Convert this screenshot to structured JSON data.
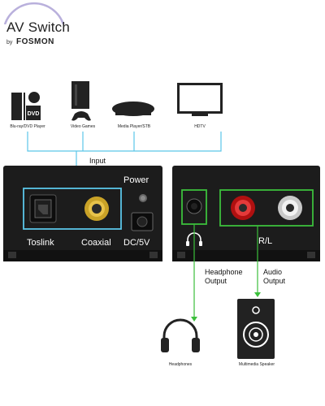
{
  "brand": {
    "title": "AV Switch",
    "by": "by",
    "name": "FOSMON"
  },
  "sources": {
    "items": [
      {
        "label": "Blu-ray/DVD Player",
        "icon": "bluray-dvd-player-icon"
      },
      {
        "label": "Video Games",
        "icon": "game-console-icon"
      },
      {
        "label": "Media Player/STB",
        "icon": "media-player-icon"
      },
      {
        "label": "HDTV",
        "icon": "hdtv-icon"
      }
    ]
  },
  "input_label": "Input",
  "left_device": {
    "power_label": "Power",
    "toslink_label": "Toslink",
    "coaxial_label": "Coaxial",
    "dc_label": "DC/5V"
  },
  "right_device": {
    "rl_label": "R/L"
  },
  "outputs": {
    "headphone_label_line1": "Headphone",
    "headphone_label_line2": "Output",
    "audio_label_line1": "Audio",
    "audio_label_line2": "Output",
    "headphones_caption": "Headphones",
    "speaker_caption": "Multimedia Speaker"
  },
  "colors": {
    "input_highlight": "#5bc6e8",
    "output_highlight": "#3bbf3b",
    "device_body": "#1c1c1c",
    "logo_arc": "#9b8fc9"
  }
}
